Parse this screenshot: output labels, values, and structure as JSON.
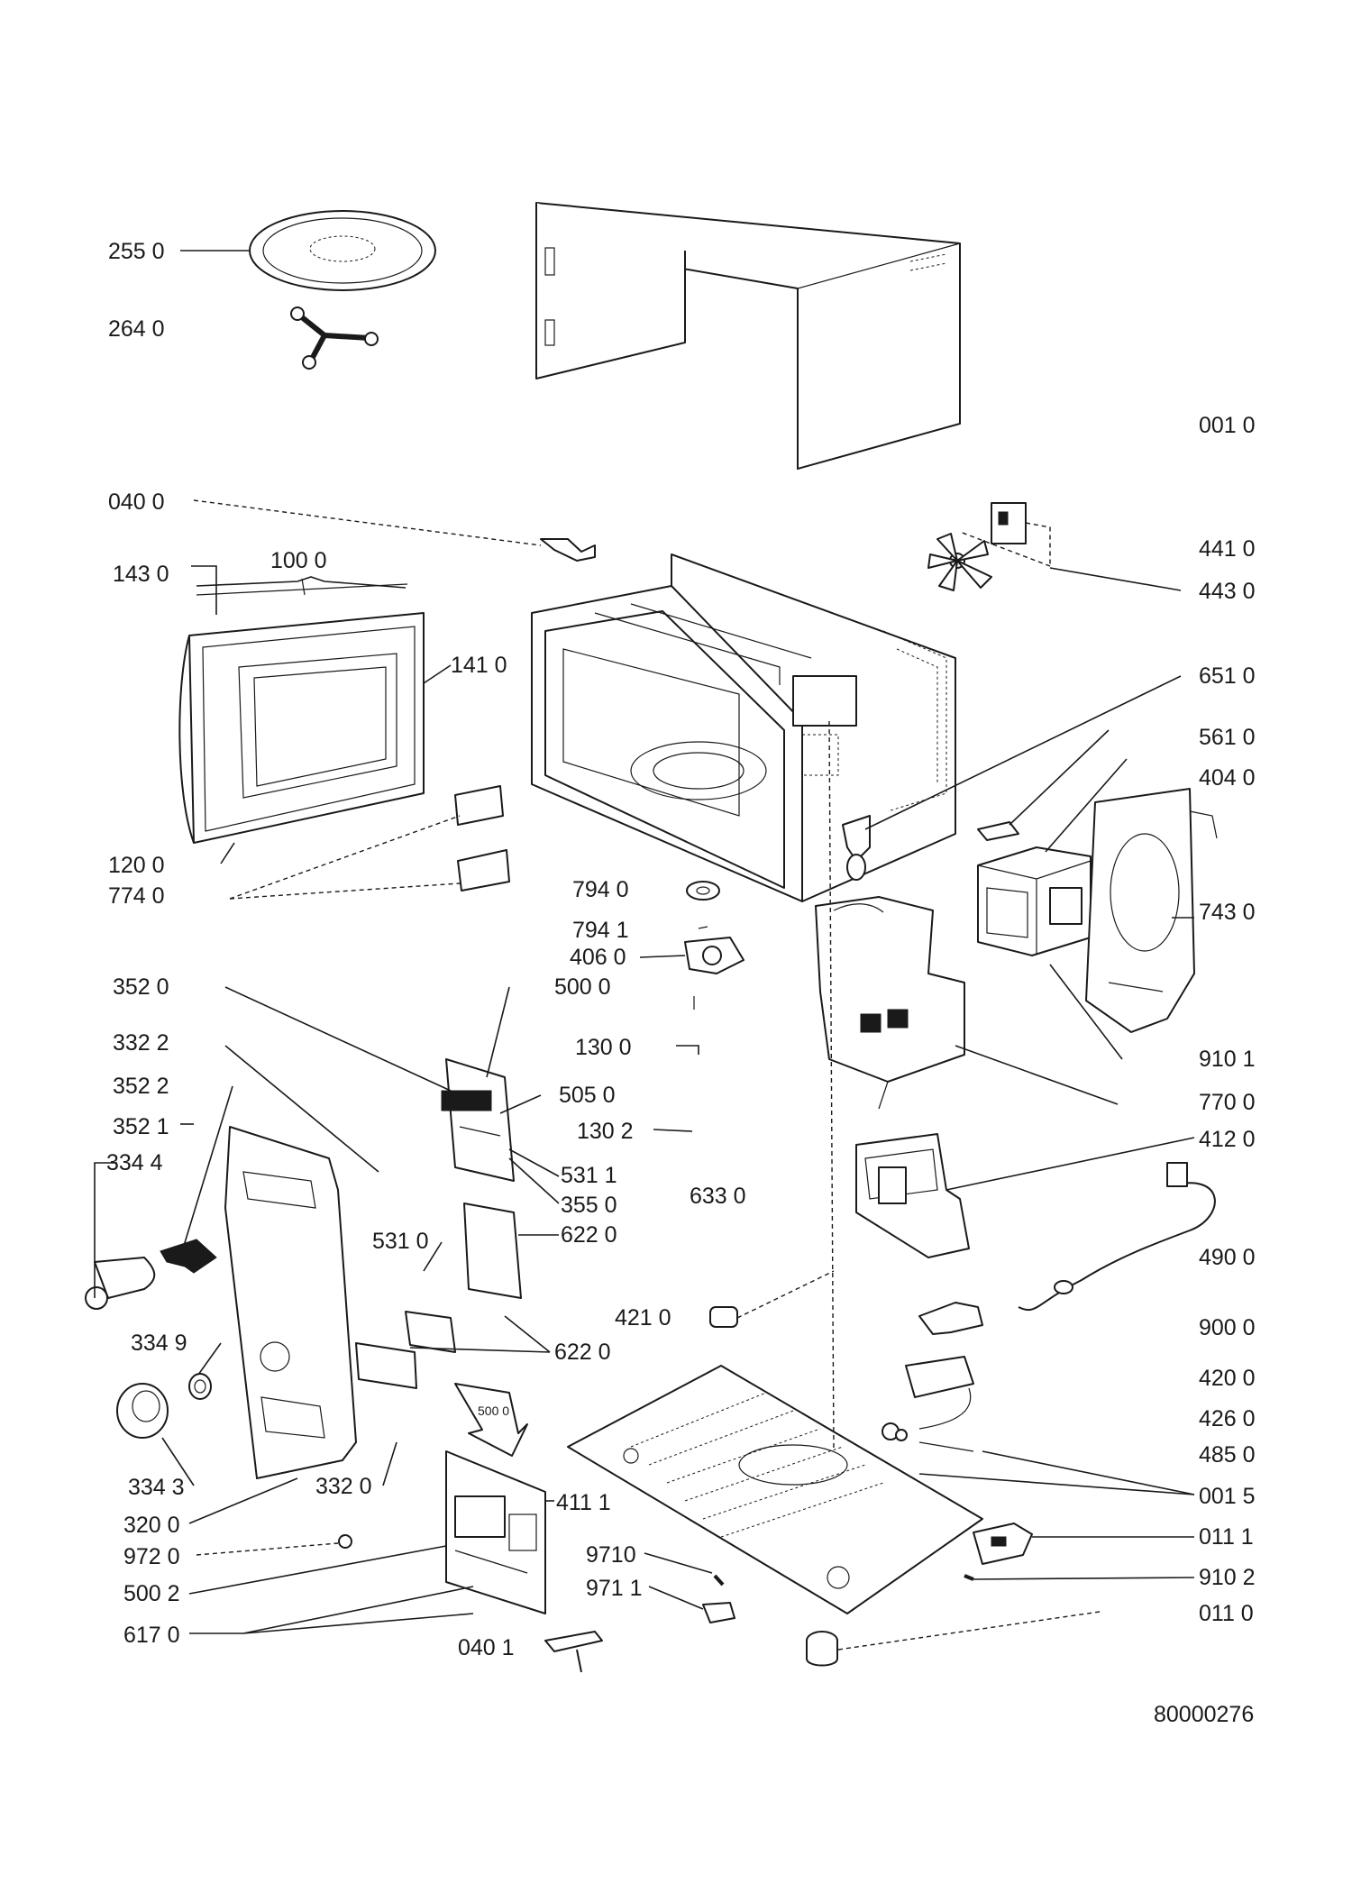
{
  "document_number": "80000276",
  "callouts": [
    {
      "id": "c-255-0",
      "text": "255 0"
    },
    {
      "id": "c-264-0",
      "text": "264 0"
    },
    {
      "id": "c-001-0",
      "text": "001 0"
    },
    {
      "id": "c-040-0",
      "text": "040 0"
    },
    {
      "id": "c-143-0",
      "text": "143  0"
    },
    {
      "id": "c-100-0",
      "text": "100 0"
    },
    {
      "id": "c-141-0",
      "text": "141 0"
    },
    {
      "id": "c-441-0",
      "text": "441 0"
    },
    {
      "id": "c-443-0",
      "text": "443 0"
    },
    {
      "id": "c-651-0",
      "text": "651 0"
    },
    {
      "id": "c-561-0",
      "text": "561 0"
    },
    {
      "id": "c-404-0",
      "text": "404 0"
    },
    {
      "id": "c-120-0",
      "text": "120 0"
    },
    {
      "id": "c-774-0",
      "text": "774 0"
    },
    {
      "id": "c-794-0",
      "text": "794 0"
    },
    {
      "id": "c-794-1",
      "text": "794 1"
    },
    {
      "id": "c-406-0",
      "text": "406 0"
    },
    {
      "id": "c-743-0",
      "text": "743 0"
    },
    {
      "id": "c-352-0",
      "text": "352 0"
    },
    {
      "id": "c-500-0",
      "text": "500 0"
    },
    {
      "id": "c-332-2",
      "text": "332 2"
    },
    {
      "id": "c-130-0",
      "text": "130 0"
    },
    {
      "id": "c-910-1",
      "text": "910 1"
    },
    {
      "id": "c-352-2",
      "text": "352 2"
    },
    {
      "id": "c-505-0",
      "text": "505 0"
    },
    {
      "id": "c-770-0",
      "text": "770 0"
    },
    {
      "id": "c-352-1",
      "text": "352 1"
    },
    {
      "id": "c-130-2",
      "text": "130 2"
    },
    {
      "id": "c-334-4",
      "text": "334 4"
    },
    {
      "id": "c-412-0",
      "text": "412 0"
    },
    {
      "id": "c-531-1",
      "text": "531 1"
    },
    {
      "id": "c-355-0",
      "text": "355 0"
    },
    {
      "id": "c-633-0",
      "text": "633 0"
    },
    {
      "id": "c-622-0a",
      "text": "622 0"
    },
    {
      "id": "c-531-0",
      "text": "531 0"
    },
    {
      "id": "c-490-0",
      "text": "490 0"
    },
    {
      "id": "c-421-0",
      "text": "421 0"
    },
    {
      "id": "c-334-9",
      "text": "334 9"
    },
    {
      "id": "c-900-0",
      "text": "900 0"
    },
    {
      "id": "c-622-0b",
      "text": "622 0"
    },
    {
      "id": "c-420-0",
      "text": "420 0"
    },
    {
      "id": "c-500-0-inline",
      "text": "500 0"
    },
    {
      "id": "c-426-0",
      "text": "426 0"
    },
    {
      "id": "c-485-0",
      "text": "485 0"
    },
    {
      "id": "c-334-3",
      "text": "334 3"
    },
    {
      "id": "c-332-0",
      "text": "332 0"
    },
    {
      "id": "c-001-5",
      "text": "001 5"
    },
    {
      "id": "c-320-0",
      "text": "320 0"
    },
    {
      "id": "c-411-1",
      "text": "411 1"
    },
    {
      "id": "c-011-1",
      "text": "011 1"
    },
    {
      "id": "c-972-0",
      "text": "972 0"
    },
    {
      "id": "c-9710",
      "text": "9710"
    },
    {
      "id": "c-500-2",
      "text": "500 2"
    },
    {
      "id": "c-971-1",
      "text": "971 1"
    },
    {
      "id": "c-910-2",
      "text": "910 2"
    },
    {
      "id": "c-617-0",
      "text": "617 0"
    },
    {
      "id": "c-040-1",
      "text": "040 1"
    },
    {
      "id": "c-011-0",
      "text": "011 0"
    }
  ]
}
